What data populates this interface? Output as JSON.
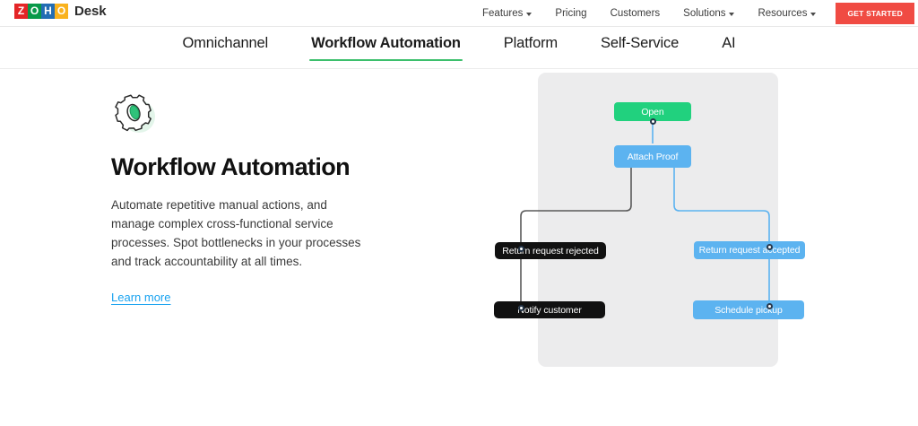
{
  "header": {
    "logo_letters": [
      "Z",
      "O",
      "H",
      "O"
    ],
    "brand_name": "Desk",
    "nav": [
      {
        "label": "Features",
        "has_caret": true,
        "name": "nav-features"
      },
      {
        "label": "Pricing",
        "has_caret": false,
        "name": "nav-pricing"
      },
      {
        "label": "Customers",
        "has_caret": false,
        "name": "nav-customers"
      },
      {
        "label": "Solutions",
        "has_caret": true,
        "name": "nav-solutions"
      },
      {
        "label": "Resources",
        "has_caret": true,
        "name": "nav-resources"
      }
    ],
    "cta_label": "GET STARTED",
    "cta_color": "#f04b43"
  },
  "tabs": [
    {
      "label": "Omnichannel",
      "active": false
    },
    {
      "label": "Workflow Automation",
      "active": true
    },
    {
      "label": "Platform",
      "active": false
    },
    {
      "label": "Self-Service",
      "active": false
    },
    {
      "label": "AI",
      "active": false
    }
  ],
  "tab_accent_color": "#3cbf6c",
  "hero": {
    "icon_name": "gear-icon",
    "title": "Workflow Automation",
    "description": "Automate repetitive manual actions, and manage complex cross-functional service processes. Spot bottlenecks in your processes and track accountability at all times.",
    "link_label": "Learn more",
    "link_color": "#1aa3f0"
  },
  "diagram": {
    "panel_color": "#ececed",
    "colors": {
      "green": "#21d17e",
      "blue": "#5cb3f0",
      "black": "#111111",
      "gray_edge": "#5a5a5a",
      "blue_edge": "#5cb3f0"
    },
    "nodes": [
      {
        "id": "open",
        "label": "Open",
        "type": "green"
      },
      {
        "id": "attach",
        "label": "Attach Proof",
        "type": "blue"
      },
      {
        "id": "rejected",
        "label": "Return request rejected",
        "type": "black"
      },
      {
        "id": "accepted",
        "label": "Return request accepted",
        "type": "blue"
      },
      {
        "id": "notify",
        "label": "Notify customer",
        "type": "black"
      },
      {
        "id": "pickup",
        "label": "Schedule pickup",
        "type": "blue"
      }
    ],
    "edges": [
      {
        "from": "open",
        "to": "attach",
        "color": "blue"
      },
      {
        "from": "attach",
        "to": "rejected",
        "color": "gray"
      },
      {
        "from": "attach",
        "to": "accepted",
        "color": "blue"
      },
      {
        "from": "rejected",
        "to": "notify",
        "color": "gray"
      },
      {
        "from": "accepted",
        "to": "pickup",
        "color": "blue"
      }
    ]
  }
}
